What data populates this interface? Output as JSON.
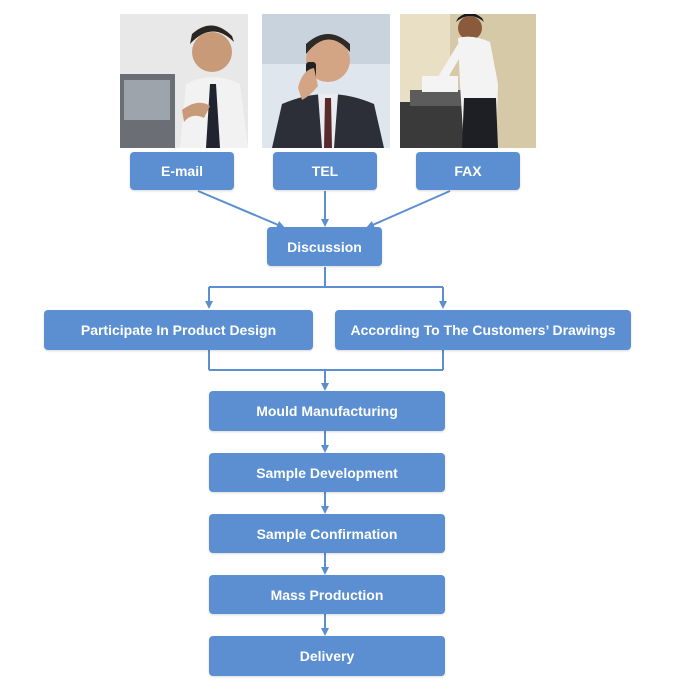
{
  "photos": [
    {
      "name": "person-at-computer-photo",
      "depicts": "man working at a computer"
    },
    {
      "name": "person-on-phone-photo",
      "depicts": "man talking on a mobile phone"
    },
    {
      "name": "person-at-fax-photo",
      "depicts": "man using a fax machine"
    }
  ],
  "channels": {
    "email": "E-mail",
    "tel": "TEL",
    "fax": "FAX"
  },
  "discussion": "Discussion",
  "design_options": {
    "participate": "Participate In Product Design",
    "drawings": "According To The Customers’ Drawings"
  },
  "steps": {
    "mould": "Mould Manufacturing",
    "sample_dev": "Sample Development",
    "sample_conf": "Sample Confirmation",
    "mass": "Mass Production",
    "delivery": "Delivery"
  },
  "colors": {
    "box_fill": "#5b8fd2",
    "connector": "#5b8fd2",
    "text": "#ffffff"
  }
}
